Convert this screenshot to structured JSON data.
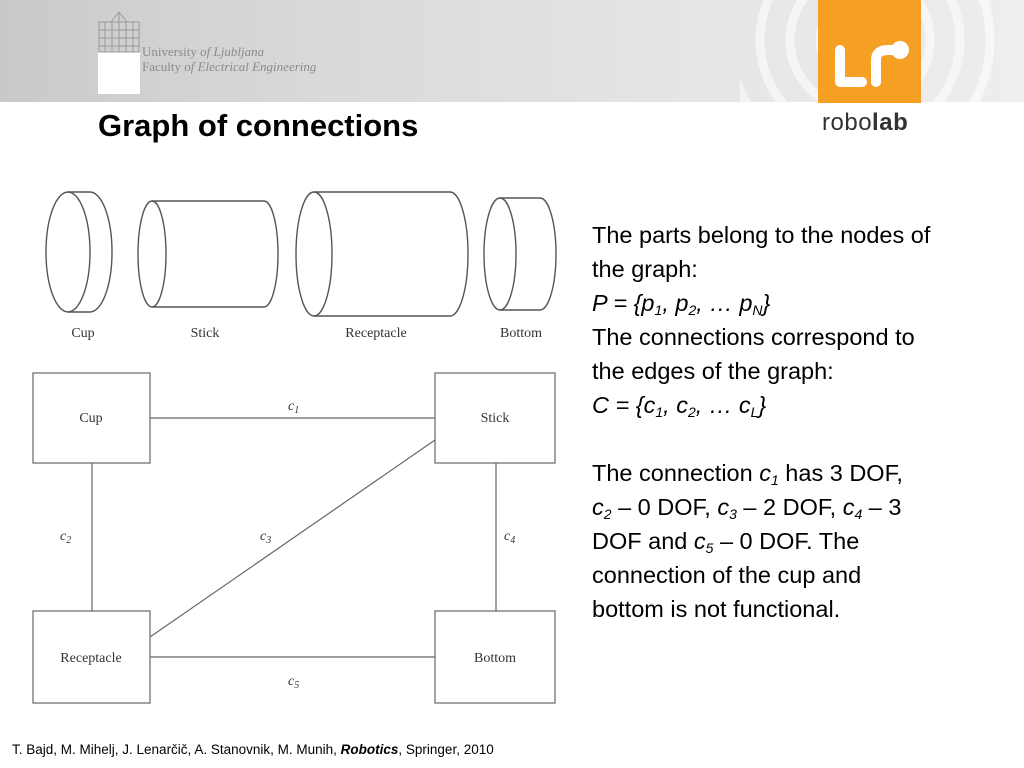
{
  "header": {
    "university_line1_roman": "University ",
    "university_line1_italic": "of Ljubljana",
    "university_line2_roman": "Faculty ",
    "university_line2_italic": "of Electrical Engineering",
    "lab_name_light": "robo",
    "lab_name_bold": "lab",
    "colors": {
      "lab_orange": "#f5a024",
      "header_gray": "#d9d9d9"
    }
  },
  "slide": {
    "title": "Graph of connections"
  },
  "parts_figure": {
    "labels": [
      "Cup",
      "Stick",
      "Receptacle",
      "Bottom"
    ]
  },
  "graph_figure": {
    "nodes": [
      "Cup",
      "Stick",
      "Receptacle",
      "Bottom"
    ],
    "edges": [
      {
        "label": "c",
        "sub": "1",
        "from": "Cup",
        "to": "Stick"
      },
      {
        "label": "c",
        "sub": "2",
        "from": "Cup",
        "to": "Receptacle"
      },
      {
        "label": "c",
        "sub": "3",
        "from": "Receptacle",
        "to": "Stick"
      },
      {
        "label": "c",
        "sub": "4",
        "from": "Stick",
        "to": "Bottom"
      },
      {
        "label": "c",
        "sub": "5",
        "from": "Receptacle",
        "to": "Bottom"
      }
    ]
  },
  "text": {
    "p1_line1": "The parts belong to the nodes of",
    "p1_line2": "the graph:",
    "set_p_prefix": "P = {p",
    "set_p_sub1": "1",
    "set_p_mid1": ", p",
    "set_p_sub2": "2",
    "set_p_mid2": ", … p",
    "set_p_subN": "N",
    "set_p_end": "}",
    "p2_line1": "The connections correspond  to",
    "p2_line2": "the edges of the graph:",
    "set_c_prefix": "C = {c",
    "set_c_sub1": "1",
    "set_c_mid1": ", c",
    "set_c_sub2": "2",
    "set_c_mid2": ", … c",
    "set_c_subL": "L",
    "set_c_end": "}",
    "dof_a": "The connection ",
    "dof_c1": "c",
    "dof_c1_sub": "1",
    "dof_b": " has 3 DOF,",
    "dof_c2": "c",
    "dof_c2_sub": "2",
    "dof_c": " – 0 DOF, ",
    "dof_c3": "c",
    "dof_c3_sub": "3",
    "dof_d": " – 2 DOF, ",
    "dof_c4": "c",
    "dof_c4_sub": "4",
    "dof_e": " – 3",
    "dof_f": "DOF and ",
    "dof_c5": "c",
    "dof_c5_sub": "5",
    "dof_g": " – 0 DOF. The",
    "dof_h": "connection of the cup and",
    "dof_i": "bottom is not functional."
  },
  "citation": {
    "authors": "T. Bajd, M. Mihelj, J. Lenarčič, A. Stanovnik, M. Munih, ",
    "book": "Robotics",
    "publisher": ", Springer, 2010"
  }
}
